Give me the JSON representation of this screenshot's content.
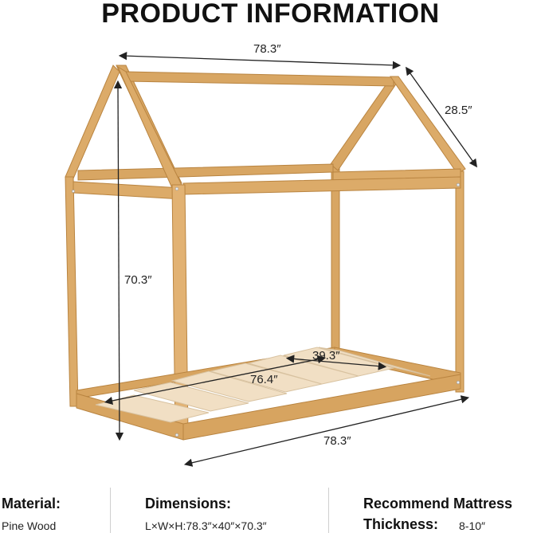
{
  "title": "PRODUCT INFORMATION",
  "dimensions_labels": {
    "top_width": "78.3″",
    "depth": "28.5″",
    "height": "70.3″",
    "inner_width": "39.3″",
    "inner_length": "76.4″",
    "bottom_length": "78.3″"
  },
  "specs": {
    "material_label": "Material:",
    "material_value": "Pine Wood",
    "dimensions_label": "Dimensions:",
    "dimensions_value": "L×W×H:78.3″×40″×70.3″",
    "mattress_label_line1": "Recommend Mattress",
    "mattress_label_line2": "Thickness:",
    "mattress_value": "8-10″"
  },
  "colors": {
    "wood": "#d9a967",
    "wood_dark": "#c58f4a",
    "slat": "#f0dcc0",
    "dimension_line": "#222222"
  }
}
